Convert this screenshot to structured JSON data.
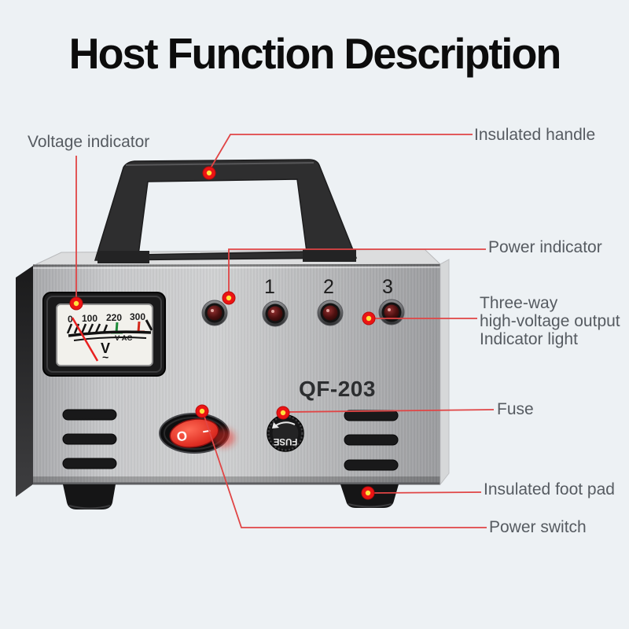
{
  "title": "Host Function Description",
  "device": {
    "model": "QF-203",
    "meter": {
      "scale_ticks": [
        "0",
        "100",
        "220",
        "300"
      ],
      "unit": "V AC",
      "symbol": "V",
      "wave": "~"
    },
    "output_numbers": [
      "1",
      "2",
      "3"
    ],
    "fuse_cap_label": "FUSE",
    "switch_symbols": {
      "off": "O",
      "on": "−"
    }
  },
  "callouts": {
    "voltage_indicator": "Voltage indicator",
    "insulated_handle": "Insulated handle",
    "power_indicator": "Power indicator",
    "three_way_line1": "Three-way",
    "three_way_line2": "high-voltage output",
    "three_way_line3": "Indicator light",
    "fuse": "Fuse",
    "insulated_foot_pad": "Insulated foot pad",
    "power_switch": "Power switch"
  },
  "colors": {
    "background": "#edf1f4",
    "callout_line": "#e04545",
    "callout_dot": "#ec1414",
    "callout_dot_center": "#ffe23d",
    "label_text": "#565b61",
    "title_text": "#0c0c0c",
    "needle_red": "#e82020",
    "rocker_red": "#e03024",
    "meter_green_tick": "#1f8c3b",
    "meter_red_tick": "#d42a1e"
  }
}
